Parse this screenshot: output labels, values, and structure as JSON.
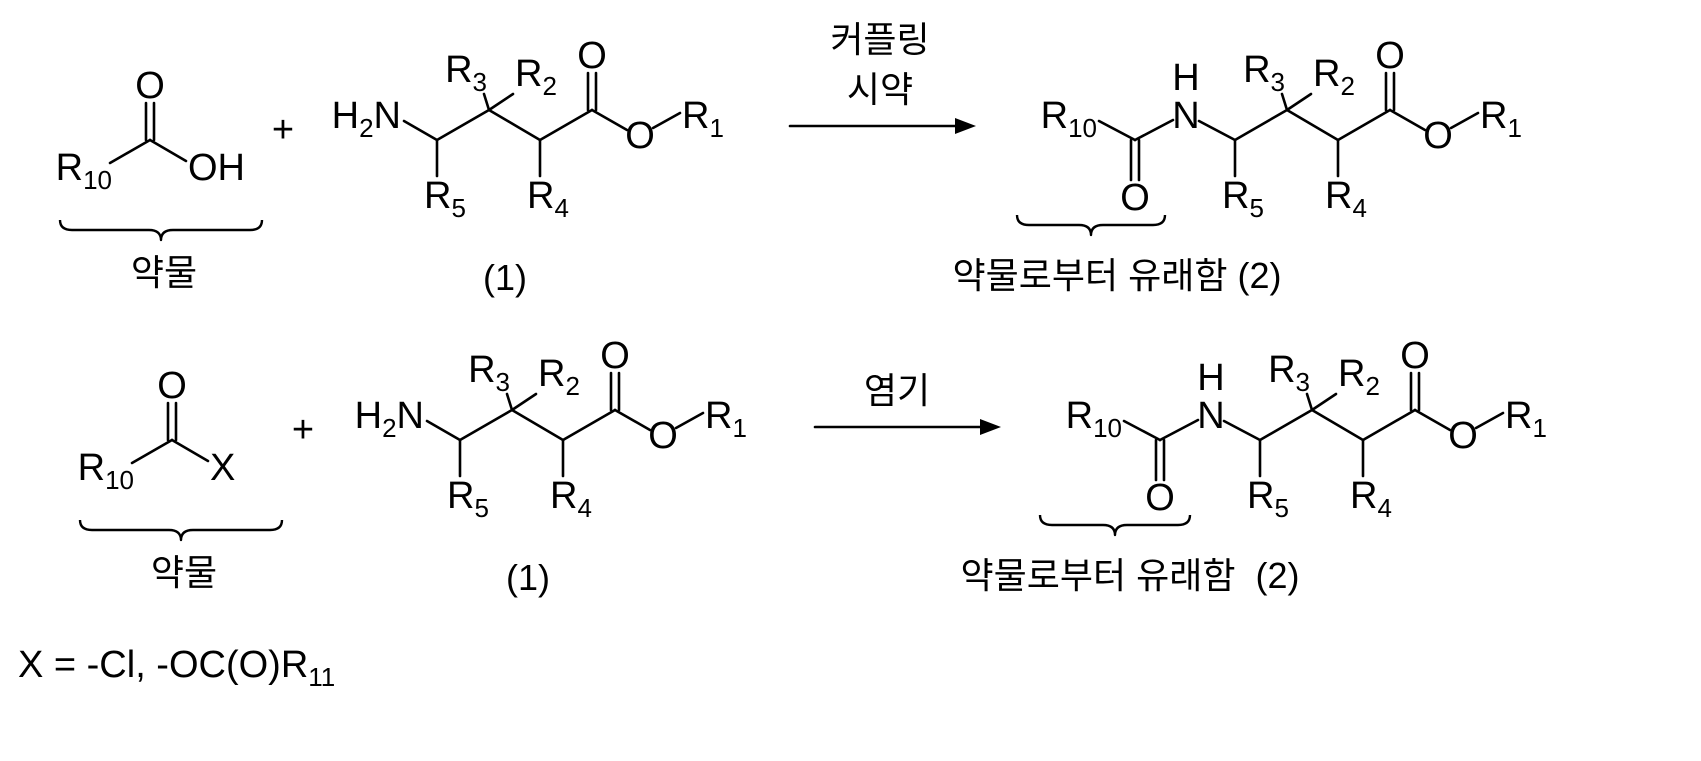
{
  "scheme": {
    "rows": [
      {
        "drug": {
          "carbonyl_oxygen": "O",
          "r10": {
            "symbol": "R",
            "sub": "10"
          },
          "leaving_group": "OH",
          "label": "약물"
        },
        "plus": "+",
        "amine": {
          "amine_group": {
            "a": "H",
            "sub": "2",
            "b": "N"
          },
          "r3": {
            "symbol": "R",
            "sub": "3"
          },
          "r2": {
            "symbol": "R",
            "sub": "2"
          },
          "carbonyl_oxygen": "O",
          "ester_oxygen": "O",
          "r1": {
            "symbol": "R",
            "sub": "1"
          },
          "r5": {
            "symbol": "R",
            "sub": "5"
          },
          "r4": {
            "symbol": "R",
            "sub": "4"
          },
          "label": "(1)"
        },
        "arrow_label": [
          "커플링",
          "시약"
        ],
        "product": {
          "r10": {
            "symbol": "R",
            "sub": "10"
          },
          "amide_oxygen": "O",
          "nh_hydrogen": "H",
          "nh_nitrogen": "N",
          "r3": {
            "symbol": "R",
            "sub": "3"
          },
          "r2": {
            "symbol": "R",
            "sub": "2"
          },
          "carbonyl_oxygen": "O",
          "ester_oxygen": "O",
          "r1": {
            "symbol": "R",
            "sub": "1"
          },
          "r5": {
            "symbol": "R",
            "sub": "5"
          },
          "r4": {
            "symbol": "R",
            "sub": "4"
          },
          "label": "약물로부터 유래함 (2)"
        }
      },
      {
        "drug": {
          "carbonyl_oxygen": "O",
          "r10": {
            "symbol": "R",
            "sub": "10"
          },
          "leaving_group": "X",
          "label": "약물"
        },
        "plus": "+",
        "amine": {
          "amine_group": {
            "a": "H",
            "sub": "2",
            "b": "N"
          },
          "r3": {
            "symbol": "R",
            "sub": "3"
          },
          "r2": {
            "symbol": "R",
            "sub": "2"
          },
          "carbonyl_oxygen": "O",
          "ester_oxygen": "O",
          "r1": {
            "symbol": "R",
            "sub": "1"
          },
          "r5": {
            "symbol": "R",
            "sub": "5"
          },
          "r4": {
            "symbol": "R",
            "sub": "4"
          },
          "label": "(1)"
        },
        "arrow_label": [
          "염기"
        ],
        "product": {
          "r10": {
            "symbol": "R",
            "sub": "10"
          },
          "amide_oxygen": "O",
          "nh_hydrogen": "H",
          "nh_nitrogen": "N",
          "r3": {
            "symbol": "R",
            "sub": "3"
          },
          "r2": {
            "symbol": "R",
            "sub": "2"
          },
          "carbonyl_oxygen": "O",
          "ester_oxygen": "O",
          "r1": {
            "symbol": "R",
            "sub": "1"
          },
          "r5": {
            "symbol": "R",
            "sub": "5"
          },
          "r4": {
            "symbol": "R",
            "sub": "4"
          },
          "label": "약물로부터 유래함  (2)"
        }
      }
    ],
    "footnote": {
      "text": "X = -Cl, -OC(O)R",
      "sub": "11"
    }
  }
}
